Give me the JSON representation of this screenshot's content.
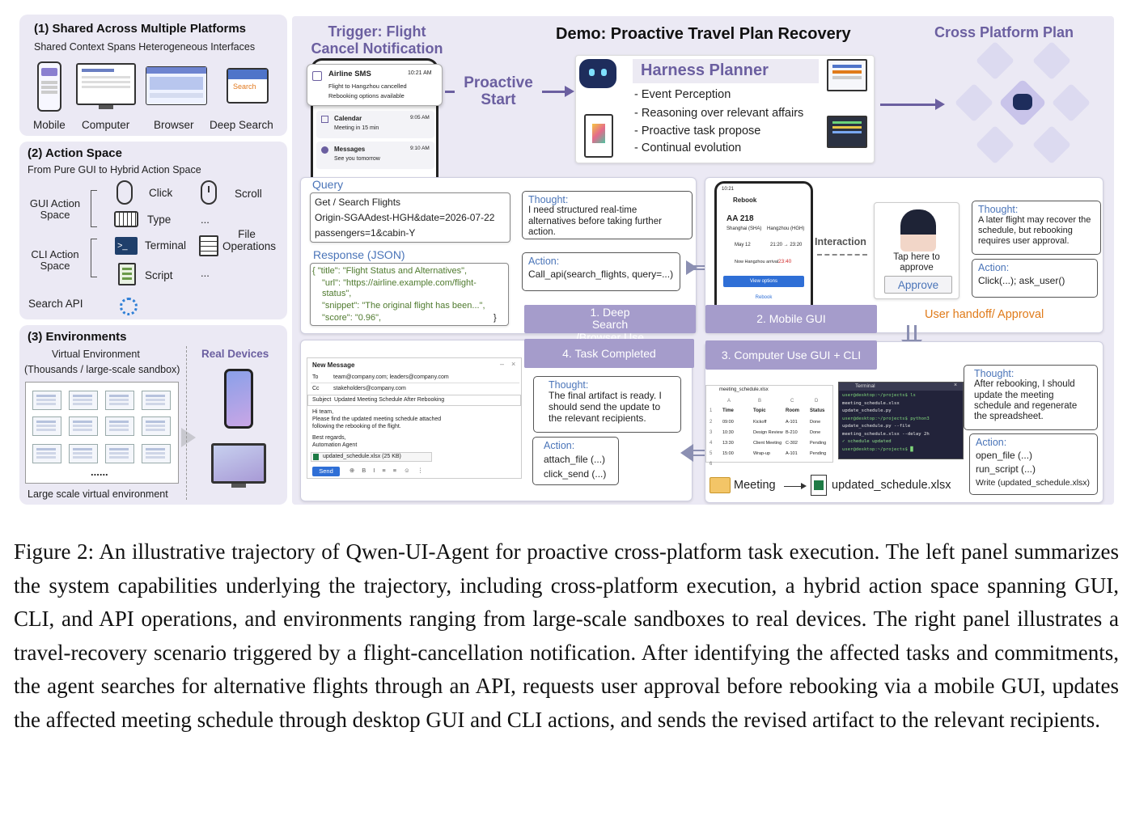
{
  "left": {
    "s1": {
      "title": "(1) Shared Across Multiple Platforms",
      "sub": "Shared Context Spans Heterogeneous Interfaces",
      "labels": [
        "Mobile",
        "Computer",
        "Browser",
        "Deep Search"
      ],
      "search_text": "Search"
    },
    "s2": {
      "title": "(2) Action Space",
      "sub": "From Pure GUI to Hybrid Action Space",
      "gui_label": "GUI Action Space",
      "cli_label": "CLI Action Space",
      "api_label": "Search API",
      "click": "Click",
      "scroll": "Scroll",
      "type": "Type",
      "ellipsis": "...",
      "terminal": "Terminal",
      "file_ops": "File Operations",
      "script": "Script"
    },
    "s3": {
      "title": "(3) Environments",
      "virtual": "Virtual Environment",
      "virtual_sub": "(Thousands / large-scale sandbox)",
      "real": "Real Devices",
      "dots": "......",
      "footer": "Large scale virtual environment"
    }
  },
  "top": {
    "trigger": "Trigger: Flight Cancel Notification",
    "demo": "Demo: Proactive Travel Plan Recovery",
    "cross": "Cross Platform Plan",
    "proactive": "Proactive Start",
    "planner_title": "Harness Planner",
    "planner_items": [
      "- Event Perception",
      "- Reasoning over relevant affairs",
      "- Proactive task propose",
      "- Continual evolution"
    ],
    "notif": [
      {
        "title": "Airline SMS",
        "time": "10:21 AM",
        "l1": "Flight to Hangzhou cancelled",
        "l2": "Rebooking options available"
      },
      {
        "title": "Calendar",
        "time": "9:05 AM",
        "l1": "Meeting in 15 min",
        "l2": ""
      },
      {
        "title": "Messages",
        "time": "9:10 AM",
        "l1": "See you tomorrow",
        "l2": ""
      }
    ]
  },
  "step1": {
    "query_label": "Query",
    "query_lines": [
      "Get / Search Flights",
      "Origin-SGAAdest-HGH&date=2026-07-22",
      "passengers=1&cabin-Y"
    ],
    "response_label": "Response (JSON)",
    "json_lines": [
      "{  \"title\": \"Flight Status and Alternatives\",",
      "\"url\": \"https://airline.example.com/flight-",
      "status\",",
      "\"snippet\": \"The original flight has been...\",",
      "\"score\": \"0.96\",",
      "}"
    ],
    "thought_h": "Thought:",
    "thought": "I need structured real-time alternatives before taking further action.",
    "action_h": "Action:",
    "action": "Call_api(search_flights, query=...)",
    "label": "1. Deep Search /Browser Use"
  },
  "step2": {
    "phone": {
      "time": "10:21",
      "header": "Rebook",
      "flight": "AA 218",
      "route_from": "Shanghai (SHA)",
      "route_to": "Hangzhou (HGH)",
      "date": "May 12",
      "times": "21:20 → 23:20",
      "arrival": "Now Hangzhou arrival",
      "arrival_time": "23:40",
      "view": "View options",
      "rebook": "Rebook"
    },
    "interaction": "Interaction",
    "tap": "Tap here to approve",
    "approve": "Approve",
    "thought_h": "Thought:",
    "thought": "A later flight may recover the schedule, but rebooking requires user approval.",
    "action_h": "Action:",
    "action": "Click(...); ask_user()",
    "label": "2. Mobile GUI",
    "handoff": "User handoff/ Approval"
  },
  "step3": {
    "label": "3. Computer Use GUI + CLI",
    "sheet": {
      "file": "meeting_schedule.xlsx",
      "cols": [
        "A",
        "B",
        "C",
        "D"
      ],
      "headers": [
        "Time",
        "Topic",
        "Room",
        "Status"
      ],
      "rows": [
        [
          "09:00",
          "Kickoff",
          "A-101",
          "Done"
        ],
        [
          "10:30",
          "Design Review",
          "B-210",
          "Done"
        ],
        [
          "13:30",
          "Client Meeting",
          "C-302",
          "Pending"
        ],
        [
          "15:00",
          "Wrap-up",
          "A-101",
          "Pending"
        ]
      ]
    },
    "terminal": {
      "title": "Terminal",
      "lines": [
        "user@desktop:~/projects$ ls",
        "meeting_schedule.xlsx",
        "update_schedule.py",
        "user@desktop:~/projects$ python3",
        "update_schedule.py --file",
        "meeting_schedule.xlsx --delay 2h",
        "✓ schedule updated",
        "user@desktop:~/projects$ █"
      ]
    },
    "meeting": "Meeting",
    "output": "updated_schedule.xlsx",
    "thought_h": "Thought:",
    "thought": "After rebooking, I should update the meeting schedule and regenerate the spreadsheet.",
    "action_h": "Action:",
    "actions": [
      "open_file (...)",
      "run_script (...)",
      "Write (updated_schedule.xlsx)"
    ]
  },
  "step4": {
    "label": "4. Task Completed",
    "email": {
      "title": "New Message",
      "to_label": "To",
      "to": "team@company.com; leaders@company.com",
      "cc_label": "Cc",
      "cc": "stakeholders@company.com",
      "subject_label": "Subject",
      "subject": "Updated Meeting Schedule After Rebooking",
      "body": [
        "Hi team,",
        "Please find the updated meeting schedule attached",
        "following the rebooking of the flight.",
        "",
        "Best regards,",
        "Automation Agent"
      ],
      "attachment": "updated_schedule.xlsx  (25 KB)",
      "send": "Send"
    },
    "thought_h": "Thought:",
    "thought": "The final artifact is ready. I should send the update to the relevant recipients.",
    "action_h": "Action:",
    "actions": [
      "attach_file (...)",
      "click_send (...)"
    ]
  },
  "caption": "Figure 2: An illustrative trajectory of Qwen-UI-Agent for proactive cross-platform task execution. The left panel summarizes the system capabilities underlying the trajectory, including cross-platform execution, a hybrid action space spanning GUI, CLI, and API operations, and environments ranging from large-scale sandboxes to real devices. The right panel illustrates a travel-recovery scenario triggered by a flight-cancellation notification. After identifying the affected tasks and commitments, the agent searches for alternative flights through an API, requests user approval before rebooking via a mobile GUI, updates the affected meeting schedule through desktop GUI and CLI actions, and sends the revised artifact to the relevant recipients.",
  "colors": {
    "panel": "#ebe9f4",
    "step": "#a59ccb",
    "accent": "#6b5fa0",
    "orange": "#e07b1a",
    "blue": "#2f6fd6"
  }
}
